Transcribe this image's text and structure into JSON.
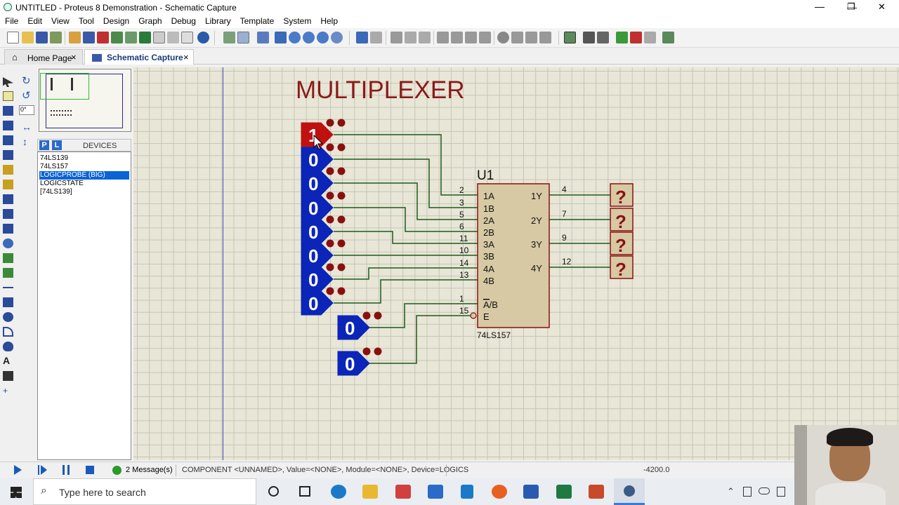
{
  "window": {
    "title": "UNTITLED - Proteus 8 Demonstration - Schematic Capture",
    "minimize": "—",
    "restore": "❐",
    "close": "✕"
  },
  "menu": [
    "File",
    "Edit",
    "View",
    "Tool",
    "Design",
    "Graph",
    "Debug",
    "Library",
    "Template",
    "System",
    "Help"
  ],
  "tabs": [
    {
      "label": "Home Page",
      "close": "×",
      "active": false
    },
    {
      "label": "Schematic Capture",
      "close": "×",
      "active": true
    }
  ],
  "rotation_value": "0°",
  "devices": {
    "pick_label": "P",
    "lib_label": "L",
    "header": "DEVICES",
    "items": [
      "74LS139",
      "74LS157",
      "LOGICPROBE (BIG)",
      "LOGICSTATE",
      "[74LS139]"
    ],
    "selected_index": 2
  },
  "schematic": {
    "title": "MULTIPLEXER",
    "ref": "U1",
    "part": "74LS157",
    "inputs": [
      "1",
      "0",
      "0",
      "0",
      "0",
      "0",
      "0",
      "0"
    ],
    "select_state": "0",
    "enable_state": "0",
    "left_pin_numbers": [
      "2",
      "3",
      "5",
      "6",
      "11",
      "10",
      "14",
      "13",
      "1",
      "15"
    ],
    "left_pin_names": [
      "1A",
      "1B",
      "2A",
      "2B",
      "3A",
      "3B",
      "4A",
      "4B",
      "A/B",
      "E"
    ],
    "select_pin_bar": "A",
    "select_pin_rest": "/B",
    "output_pin_numbers": [
      "4",
      "7",
      "9",
      "12"
    ],
    "output_pin_names": [
      "1Y",
      "2Y",
      "3Y",
      "4Y"
    ],
    "probes": [
      "?",
      "?",
      "?",
      "?"
    ]
  },
  "status": {
    "messages_count": "2",
    "messages_label": "2 Message(s)",
    "info": "COMPONENT <UNNAMED>, Value=<NONE>, Module=<NONE>, Device=LOGICS",
    "coordinate": "-4200.0"
  },
  "taskbar": {
    "search_placeholder": "Type here to search"
  },
  "colors": {
    "logic_high": "#c01010",
    "logic_low": "#0a25b8",
    "wire": "#1c5a1c",
    "pin": "#8a1010",
    "probe_fill": "#d6c9a4"
  }
}
